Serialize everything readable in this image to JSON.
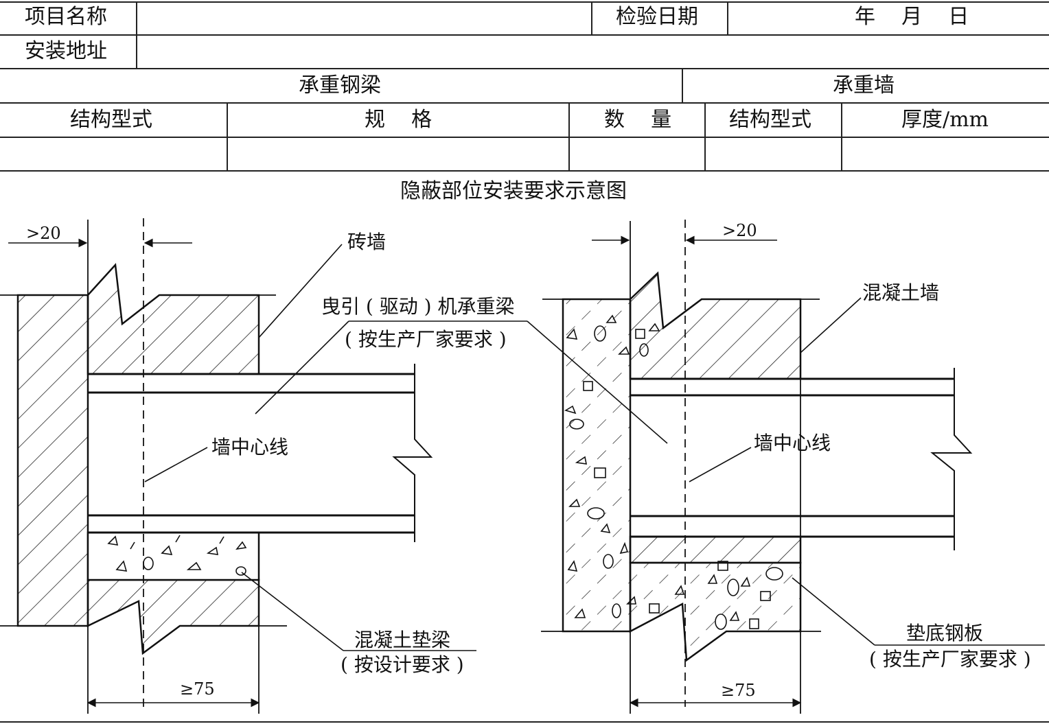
{
  "form": {
    "project_name_label": "项目名称",
    "inspection_date_label": "检验日期",
    "date_placeholder": "年    月    日",
    "install_address_label": "安装地址",
    "beam_section_title": "承重钢梁",
    "wall_section_title": "承重墙",
    "col_structure_type": "结构型式",
    "col_spec": "规    格",
    "col_quantity": "数    量",
    "col_wall_structure_type": "结构型式",
    "col_thickness": "厚度/mm",
    "project_name_value": "",
    "inspection_date_value": "",
    "install_address_value": "",
    "row_values": [
      "",
      "",
      "",
      "",
      ""
    ]
  },
  "diagram": {
    "title": "隐蔽部位安装要求示意图",
    "left": {
      "dim_top": ">20",
      "brick_wall": "砖墙",
      "beam_line1": "曳引 ( 驱动 ) 机承重梁",
      "beam_line2": "( 按生产厂家要求 )",
      "center_line": "墙中心线",
      "pad_beam_line1": "混凝土垫梁",
      "pad_beam_line2": "( 按设计要求 )",
      "dim_bottom": "≥75"
    },
    "right": {
      "dim_top": ">20",
      "concrete_wall": "混凝土墙",
      "center_line": "墙中心线",
      "steel_plate_line1": "垫底钢板",
      "steel_plate_line2": "( 按生产厂家要求 )",
      "dim_bottom": "≥75"
    }
  }
}
